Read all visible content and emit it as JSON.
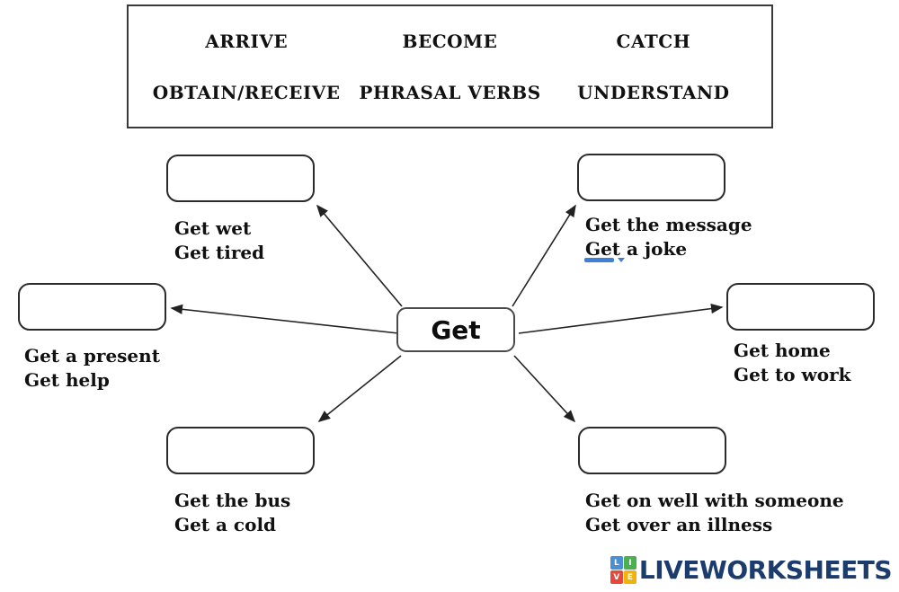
{
  "word_bank": {
    "items": [
      "ARRIVE",
      "BECOME",
      "CATCH",
      "OBTAIN/RECEIVE",
      "PHRASAL VERBS",
      "UNDERSTAND"
    ]
  },
  "center_node": {
    "label": "Get"
  },
  "branches": [
    {
      "position": "top-left",
      "examples": [
        "Get wet",
        "Get tired"
      ]
    },
    {
      "position": "top-right",
      "examples": [
        "Get the message",
        "Get a joke"
      ]
    },
    {
      "position": "middle-left",
      "examples": [
        "Get a present",
        "Get help"
      ]
    },
    {
      "position": "middle-right",
      "examples": [
        "Get home",
        "Get to work"
      ]
    },
    {
      "position": "bottom-left",
      "examples": [
        "Get the bus",
        "Get a cold"
      ]
    },
    {
      "position": "bottom-right",
      "examples": [
        "Get on well with someone",
        "Get over an illness"
      ]
    }
  ],
  "dropdown_marker": {
    "color": "#3f7fd6"
  },
  "footer": {
    "brand": "LIVEWORKSHEETS",
    "brand_color": "#1c3c6e",
    "logo_tiles": [
      {
        "letter": "L",
        "color": "#4a8fd3"
      },
      {
        "letter": "I",
        "color": "#4caf50"
      },
      {
        "letter": "V",
        "color": "#e5493d"
      },
      {
        "letter": "E",
        "color": "#f2b20c"
      }
    ]
  }
}
